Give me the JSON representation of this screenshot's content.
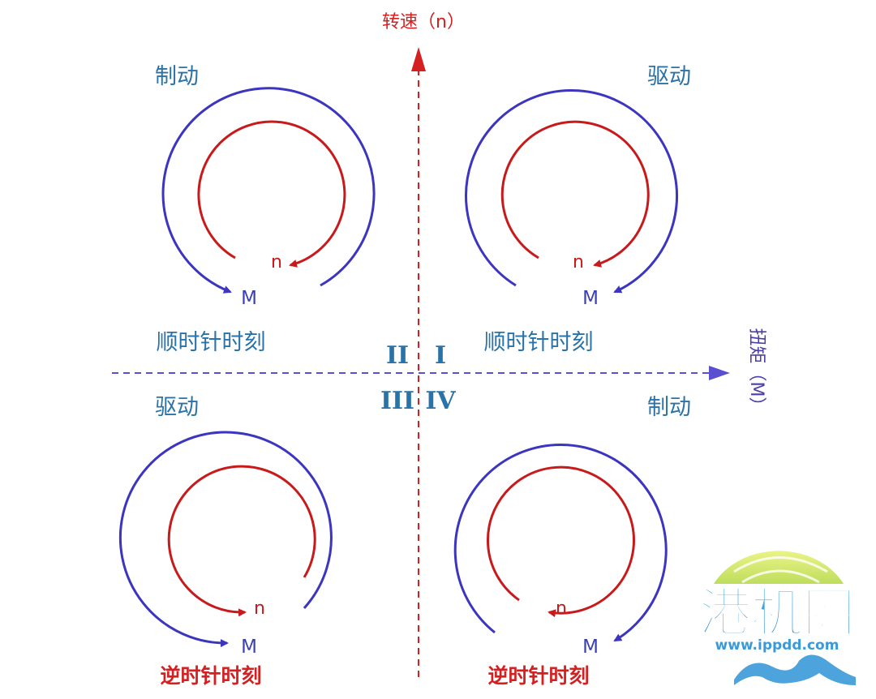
{
  "axes": {
    "vertical_label": "转速（n）",
    "horizontal_label": "扭矩（M）"
  },
  "quadrants": {
    "q1": {
      "numeral": "I",
      "mode": "驱动",
      "direction": "顺时针时刻",
      "torque_symbol": "M",
      "speed_symbol": "n"
    },
    "q2": {
      "numeral": "II",
      "mode": "制动",
      "direction": "顺时针时刻",
      "torque_symbol": "M",
      "speed_symbol": "n"
    },
    "q3": {
      "numeral": "III",
      "mode": "驱动",
      "direction": "逆时针时刻",
      "torque_symbol": "M",
      "speed_symbol": "n"
    },
    "q4": {
      "numeral": "IV",
      "mode": "制动",
      "direction": "逆时针时刻",
      "torque_symbol": "M",
      "speed_symbol": "n"
    }
  },
  "watermark": {
    "title": "港机圈",
    "url": "www.ippdd.com"
  },
  "colors": {
    "torque_arrow": "#3b35c0",
    "speed_arrow": "#c81a1a",
    "labels": "#2a73a8",
    "axis_x": "#5a4fd0",
    "axis_y": "#d42020"
  }
}
